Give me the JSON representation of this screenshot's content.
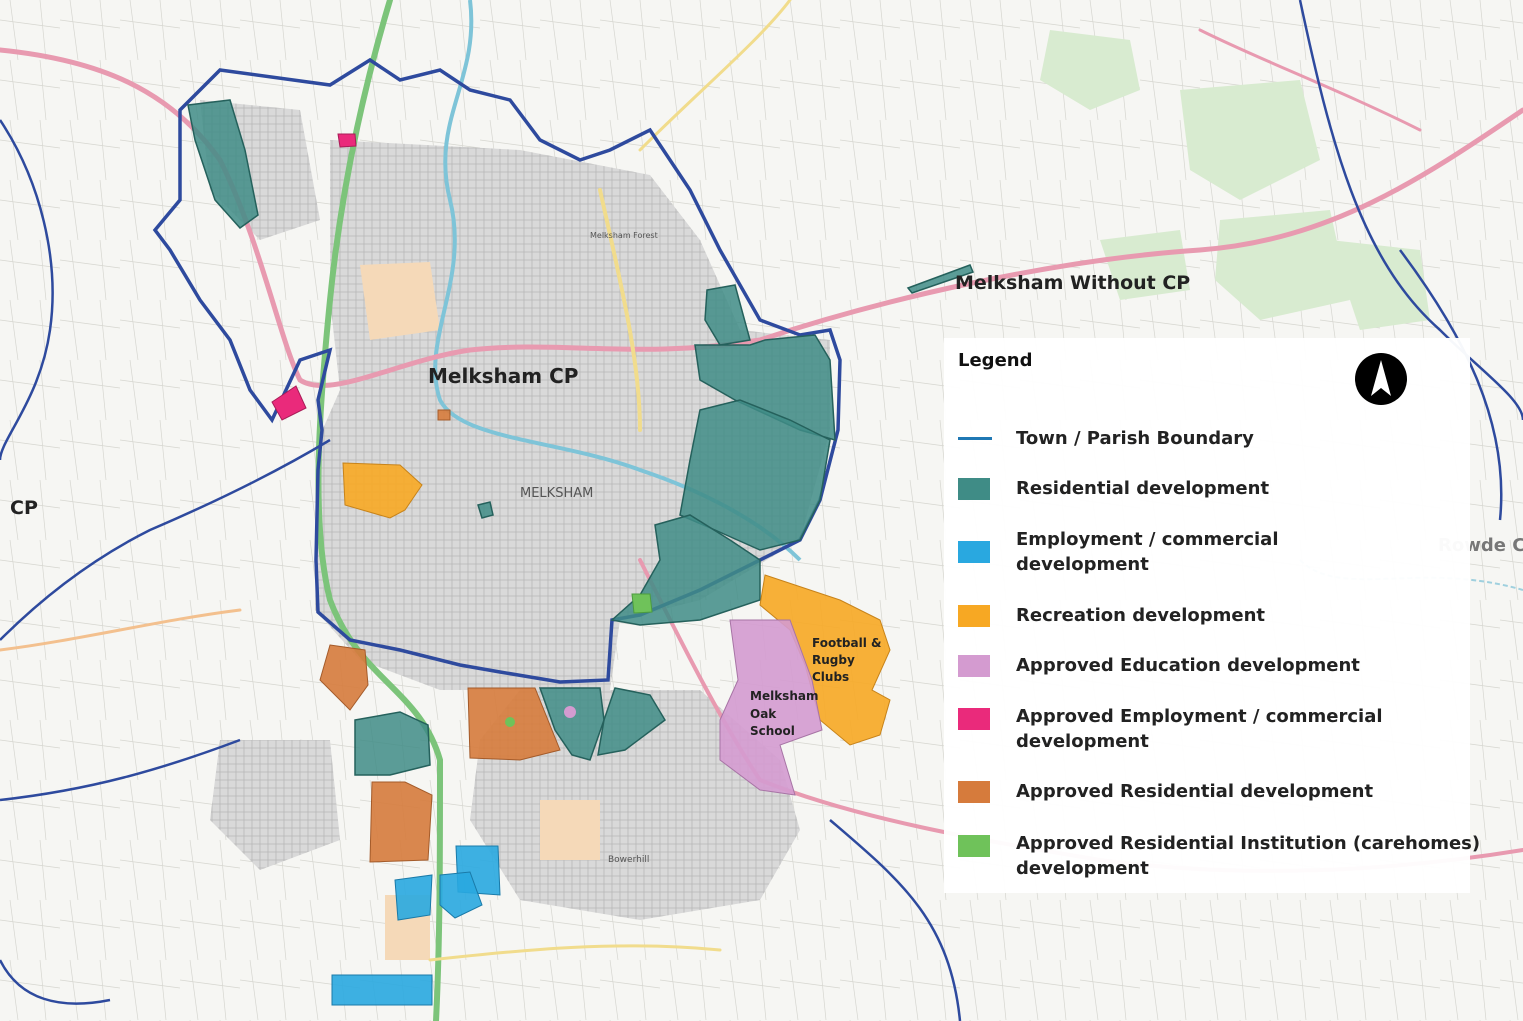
{
  "labels": {
    "melksham_cp": "Melksham CP",
    "melksham_without_cp": "Melksham Without CP",
    "melksham_town": "MELKSHAM",
    "cp_left": "CP",
    "rowde": "Rowde C",
    "melksham_forest": "Melksham Forest",
    "football_rugby": "Football & Rugby Clubs",
    "oak_school": "Melksham Oak School",
    "bowerhill": "Bowerhill"
  },
  "legend": {
    "title": "Legend",
    "items": [
      {
        "label": "Town / Parish Boundary",
        "kind": "line",
        "color": "#1f78b4"
      },
      {
        "label": "Residential development",
        "kind": "fill",
        "color": "#3f8c86"
      },
      {
        "label": "Employment / commercial development",
        "kind": "fill",
        "color": "#29a8e0"
      },
      {
        "label": "Recreation development",
        "kind": "fill",
        "color": "#f7a823"
      },
      {
        "label": "Approved Education development",
        "kind": "fill",
        "color": "#d49bd0"
      },
      {
        "label": "Approved Employment / commercial development",
        "kind": "fill",
        "color": "#ea2a7b"
      },
      {
        "label": "Approved Residential development",
        "kind": "fill",
        "color": "#d67b3c"
      },
      {
        "label": "Approved Residential Institution (carehomes) development",
        "kind": "fill",
        "color": "#6fc25a"
      }
    ]
  },
  "colors": {
    "boundary": "#2e4a9e",
    "road_main": "#e89ab0",
    "road_green": "#7cc47a",
    "road_yellow": "#f1dc8c",
    "river": "#7ec4d8",
    "urban": "#c8c8c8"
  },
  "north_arrow_icon": "north-arrow-icon"
}
